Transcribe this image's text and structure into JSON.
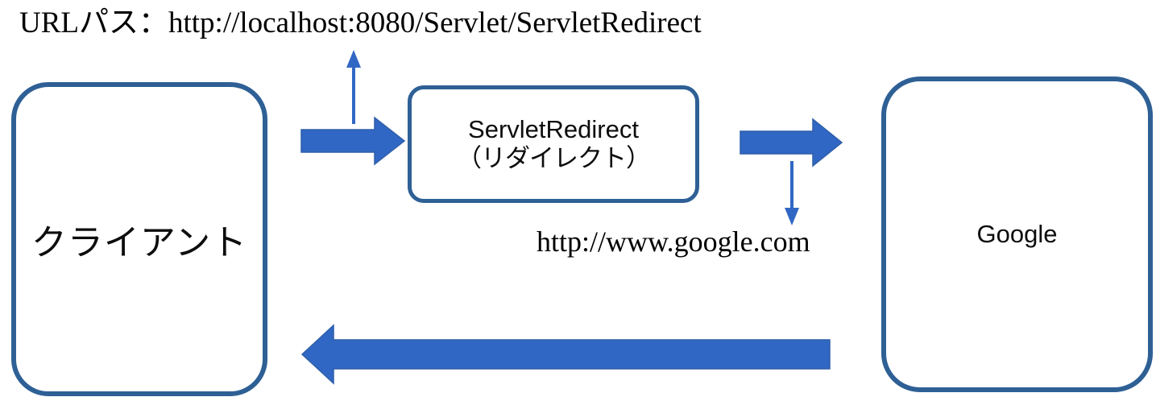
{
  "diagram": {
    "title_caption": "URLパス：http://localhost:8080/Servlet/ServletRedirect",
    "google_url_caption": "http://www.google.com",
    "colors": {
      "box_border": "#2e6095",
      "arrow_fill": "#3167c4",
      "arrow_stroke": "#2e5fa8",
      "thin_arrow": "#3167c4",
      "text": "#0d0d0d",
      "background": "#ffffff"
    },
    "nodes": [
      {
        "id": "client",
        "label": "クライアント"
      },
      {
        "id": "servlet",
        "label_line1": "ServletRedirect",
        "label_line2": "（リダイレクト）"
      },
      {
        "id": "google",
        "label": "Google"
      }
    ],
    "arrows": [
      {
        "id": "client-to-servlet",
        "from": "client",
        "to": "servlet",
        "direction": "right",
        "style": "block"
      },
      {
        "id": "servlet-to-google",
        "from": "servlet",
        "to": "google",
        "direction": "right",
        "style": "block"
      },
      {
        "id": "google-to-client",
        "from": "google",
        "to": "client",
        "direction": "left",
        "style": "block"
      },
      {
        "id": "url-path-pointer",
        "from": "client-to-servlet",
        "to": "url-path-label",
        "direction": "up",
        "style": "thin"
      },
      {
        "id": "google-url-pointer",
        "from": "servlet-to-google",
        "to": "google-url-label",
        "direction": "down",
        "style": "thin"
      }
    ]
  }
}
